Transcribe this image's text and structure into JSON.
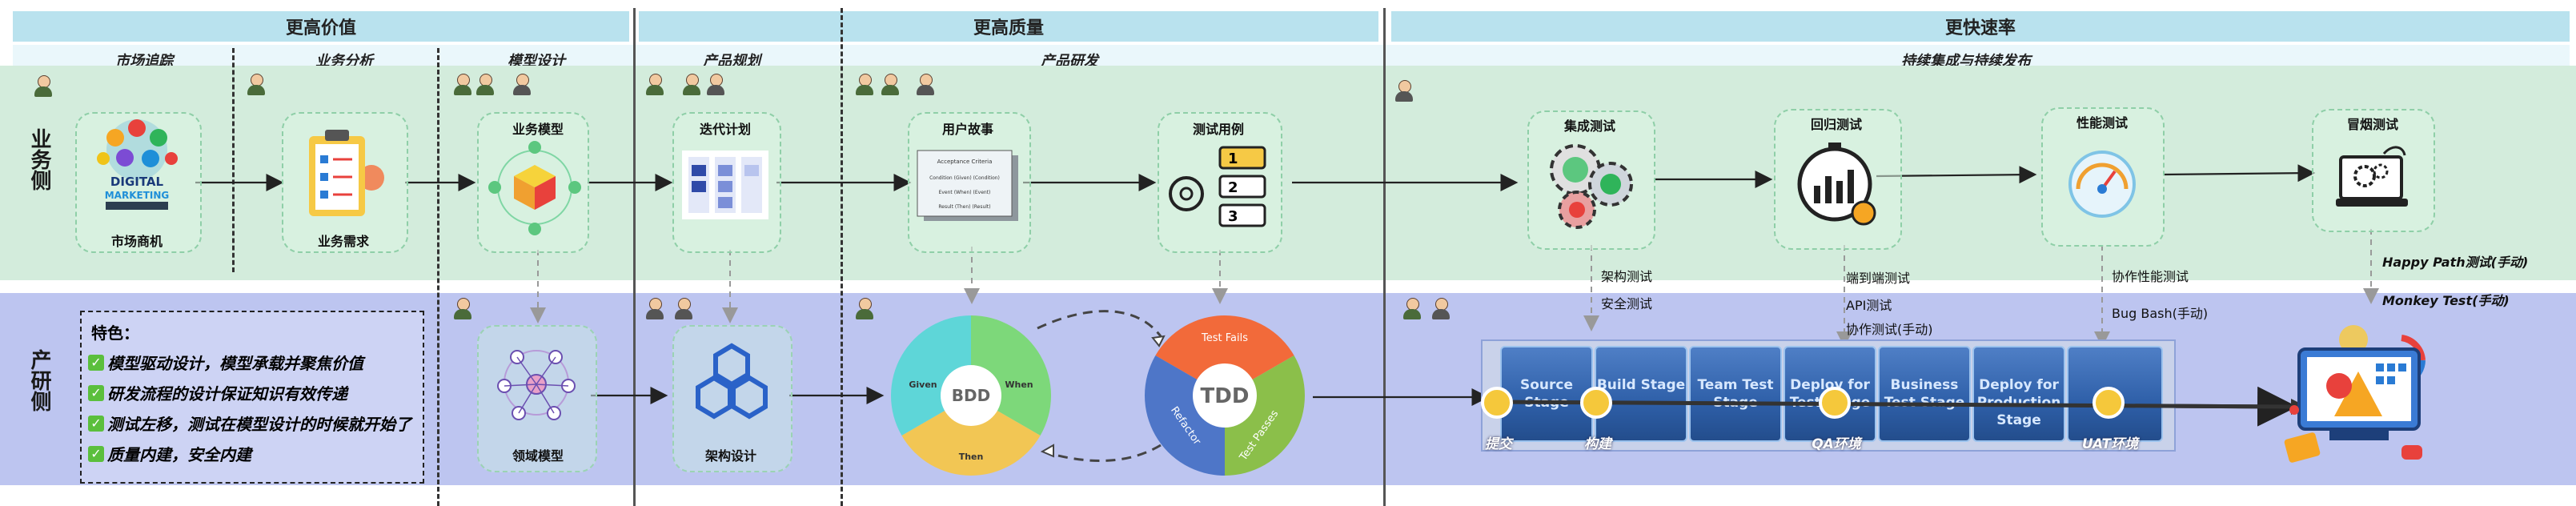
{
  "sections": [
    {
      "title": "更高价值"
    },
    {
      "title": "更高质量"
    },
    {
      "title": "更快速率"
    }
  ],
  "phases": [
    "市场追踪",
    "业务分析",
    "模型设计",
    "产品规划",
    "产品研发",
    "持续集成与持续发布"
  ],
  "sides": {
    "business": "业务侧",
    "dev": "产研侧"
  },
  "biz_nodes": {
    "market": "市场商机",
    "market_logo_line1": "DIGITAL",
    "market_logo_line2": "MARKETING",
    "requirement": "业务需求",
    "biz_model": "业务模型",
    "iteration": "迭代计划",
    "user_story": "用户故事",
    "test_case": "测试用例",
    "integration": "集成测试",
    "regression": "回归测试",
    "performance": "性能测试",
    "smoke": "冒烟测试"
  },
  "dev_nodes": {
    "domain_model": "领域模型",
    "architecture": "架构设计"
  },
  "features": {
    "title": "特色：",
    "items": [
      "模型驱动设计，模型承载并聚焦价值",
      "研发流程的设计保证知识有效传递",
      "测试左移，测试在模型设计的时候就开始了",
      "质量内建，安全内建"
    ]
  },
  "bdd": {
    "center": "BDD",
    "given": "Given",
    "when": "When",
    "then": "Then"
  },
  "tdd": {
    "center": "TDD",
    "fail": "Test Fails",
    "pass": "Test Passes",
    "refactor": "Refactor"
  },
  "notes": {
    "integration": [
      "架构测试",
      "安全测试"
    ],
    "regression": [
      "端到端测试",
      "API测试",
      "协作测试(手动)"
    ],
    "performance": [
      "协作性能测试",
      "Bug Bash(手动)"
    ],
    "smoke": [
      "Happy Path测试(手动)",
      "Monkey Test(手动)"
    ]
  },
  "pipeline": {
    "stages": [
      "Source Stage",
      "Build Stage",
      "Team Test Stage",
      "Deploy for Test Stage",
      "Business Test Stage",
      "Deploy for Production Stage"
    ],
    "points": [
      "提交",
      "构建",
      "QA环境",
      "UAT环境"
    ]
  },
  "story_card": {
    "l1": "Acceptance Criteria",
    "l2": "Condition (Given) (Condition)",
    "l3": "Event (When) (Event)",
    "l4": "Result (Then) (Result)"
  },
  "colors": {
    "header": "#b9e2ee",
    "business_band": "#d3ecdc",
    "dev_band": "#bdc5f0",
    "pipeline": "#2e5fa8",
    "pipeline_dot": "#f5c83b"
  }
}
